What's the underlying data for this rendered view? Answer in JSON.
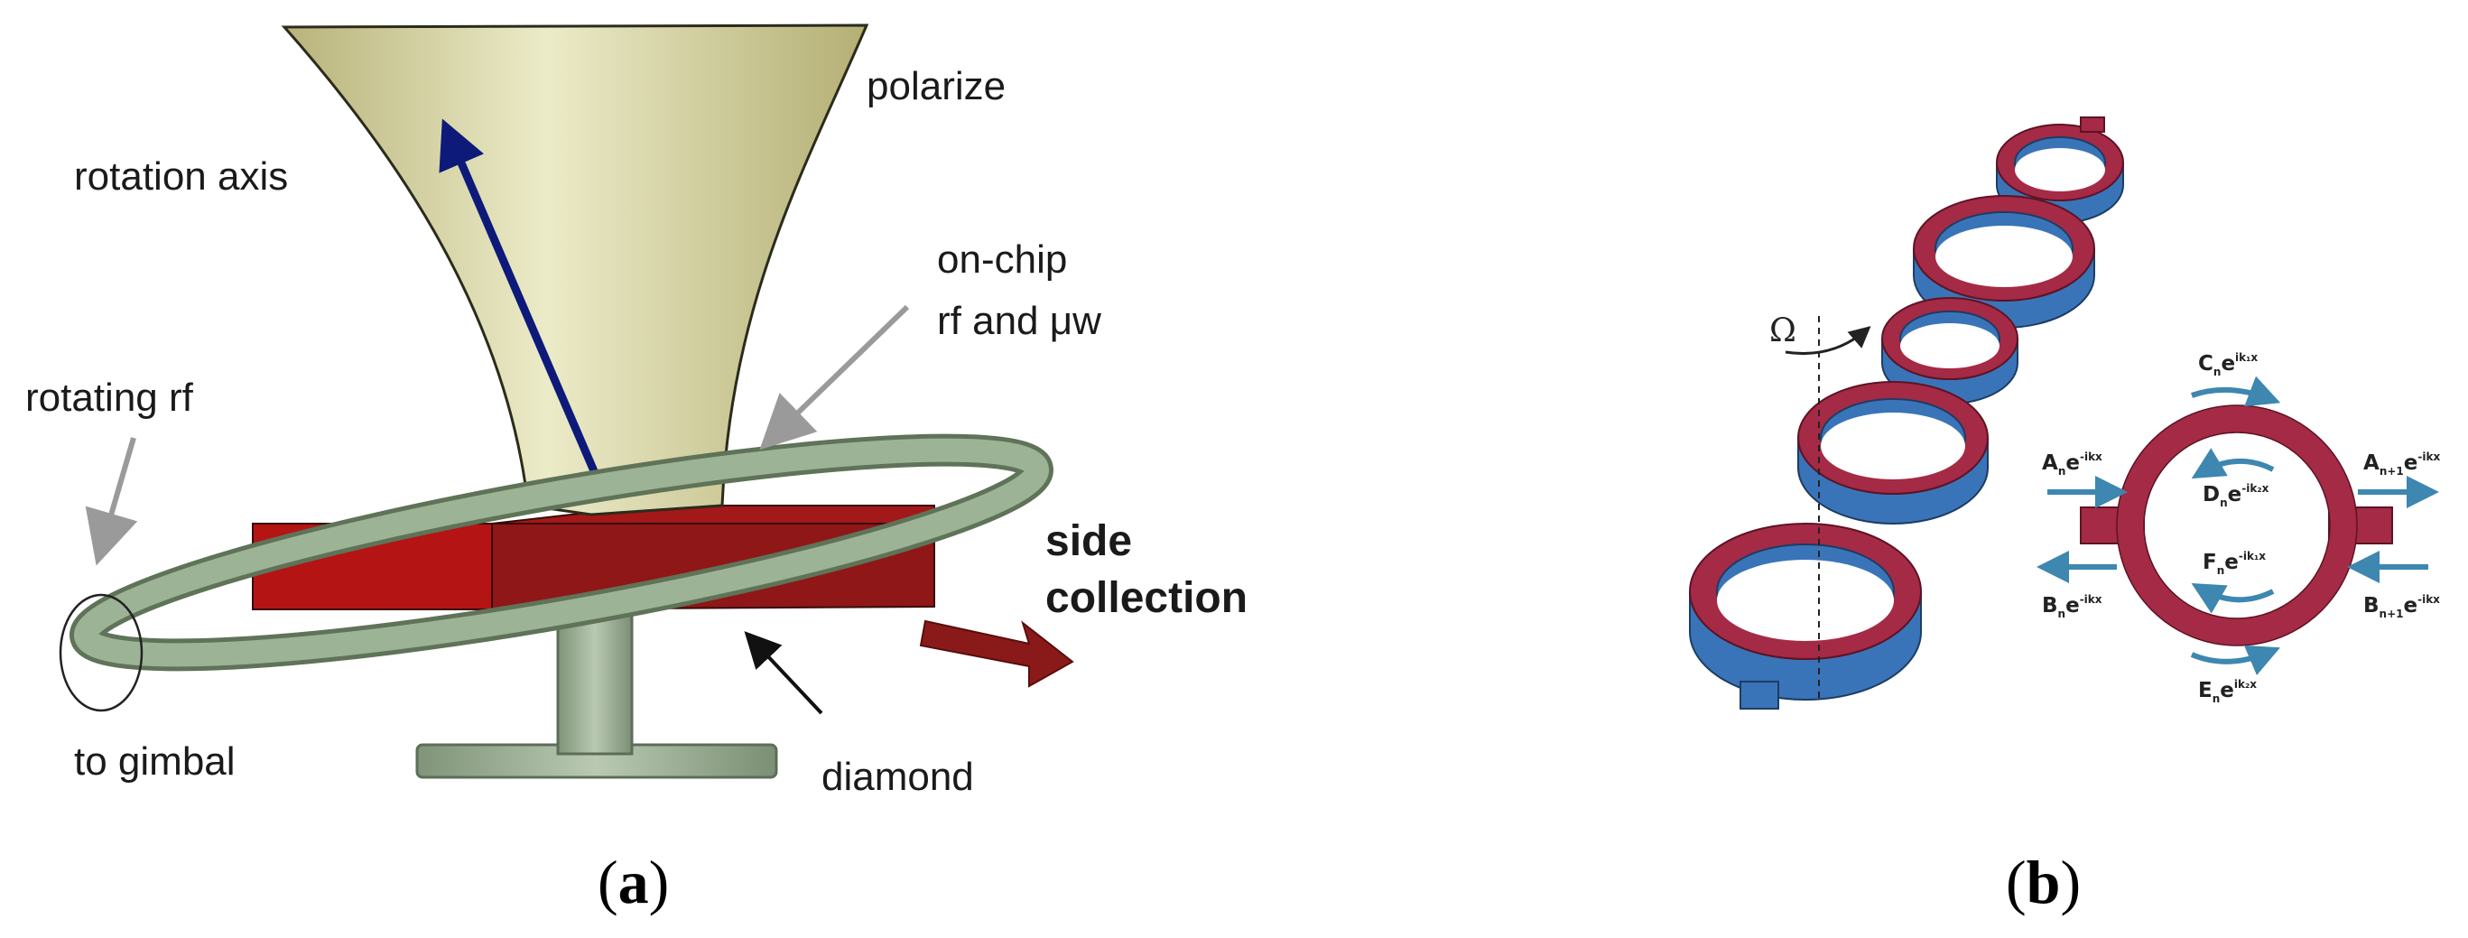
{
  "panel_a": {
    "labels": {
      "polarize": "polarize",
      "rotation_axis": "rotation axis",
      "on_chip_line1": "on-chip",
      "on_chip_line2": "rf and μw",
      "rotating_rf": "rotating rf",
      "side_collection_line1": "side",
      "side_collection_line2": "collection",
      "to_gimbal": "to gimbal",
      "diamond": "diamond"
    },
    "caption_open": "(",
    "caption_letter": "a",
    "caption_close": ")"
  },
  "panel_b": {
    "omega": "Ω",
    "wave_labels": {
      "A_n": {
        "main": "A",
        "sub": "n",
        "sup": "-ikx"
      },
      "A_n1": {
        "main": "A",
        "sub": "n+1",
        "sup": "-ikx"
      },
      "B_n": {
        "main": "B",
        "sub": "n",
        "sup": "-ikx"
      },
      "B_n1": {
        "main": "B",
        "sub": "n+1",
        "sup": "-ikx"
      },
      "C_n": {
        "main": "C",
        "sub": "n",
        "sup": "ik₁x"
      },
      "D_n": {
        "main": "D",
        "sub": "n",
        "sup": "-ik₂x"
      },
      "E_n": {
        "main": "E",
        "sub": "n",
        "sup": "ik₂x"
      },
      "F_n": {
        "main": "F",
        "sub": "n",
        "sup": "-ik₁x"
      }
    },
    "caption_open": "(",
    "caption_letter": "b",
    "caption_close": ")"
  },
  "colors": {
    "funnel": "#d9d6a3",
    "diamond_red": "#b01414",
    "diamond_dark": "#8e1616",
    "coil_green": "#93a88c",
    "rotation_arrow": "#0d1a7a",
    "ring_red": "#a52a45",
    "ring_blue": "#3a74b8",
    "flow_arrow": "#3d87b0"
  }
}
